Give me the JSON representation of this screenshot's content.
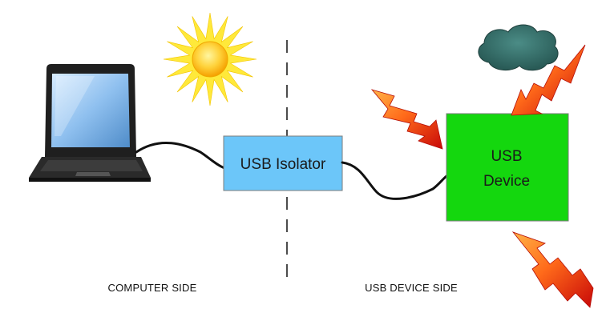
{
  "diagram": {
    "isolator": {
      "label": "USB Isolator"
    },
    "device": {
      "label_line1": "USB",
      "label_line2": "Device"
    },
    "sides": {
      "computer": "COMPUTER SIDE",
      "device": "USB DEVICE SIDE"
    },
    "icons": {
      "laptop": "laptop-icon",
      "sun": "sun-icon",
      "cloud": "storm-cloud-icon",
      "lightning": "lightning-bolt-icon"
    },
    "colors": {
      "isolator_fill": "#6cc6f9",
      "device_fill": "#14d70e",
      "sun_ray": "#ffe93a",
      "sun_core": "#ffc21c",
      "cloud": "#2f6b66",
      "bolt_light": "#ff8a2a",
      "bolt_dark": "#d0140c",
      "laptop_body": "#222222",
      "laptop_screen": "#7fb3e6"
    }
  }
}
